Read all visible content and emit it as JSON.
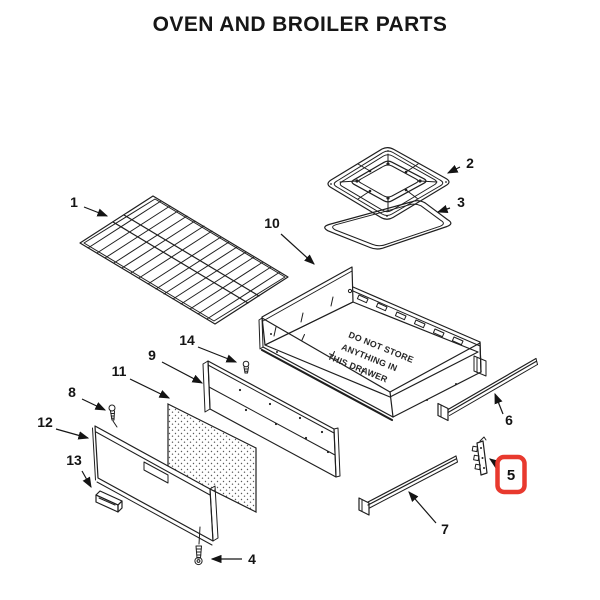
{
  "title": "OVEN AND BROILER PARTS",
  "diagram": {
    "warning_lines": [
      "DO NOT STORE",
      "ANYTHING IN",
      "THIS DRAWER"
    ],
    "highlight_color": "#e8392e",
    "highlighted_part": "5"
  },
  "callouts": [
    {
      "part": "1"
    },
    {
      "part": "2"
    },
    {
      "part": "3"
    },
    {
      "part": "10"
    },
    {
      "part": "14"
    },
    {
      "part": "9"
    },
    {
      "part": "11"
    },
    {
      "part": "8"
    },
    {
      "part": "12"
    },
    {
      "part": "13"
    },
    {
      "part": "4"
    },
    {
      "part": "6"
    },
    {
      "part": "7"
    },
    {
      "part": "5"
    }
  ]
}
